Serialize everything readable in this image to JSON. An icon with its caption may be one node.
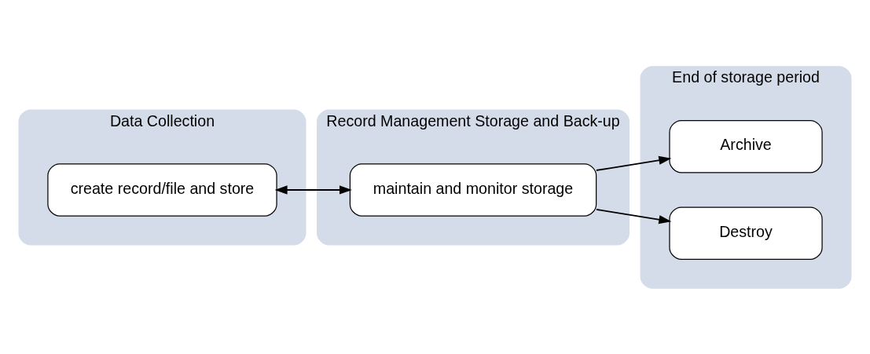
{
  "diagram": {
    "nodes": [
      {
        "text": [
          "Data Collection"
        ]
      },
      {
        "text": [
          "create record/file and store"
        ],
        "in": 0
      },
      {
        "text": [
          "Record Management Storage and Back-up"
        ]
      },
      {
        "text": [
          "maintain and monitor storage"
        ],
        "in": 2
      },
      {
        "text": [
          "End of storage period"
        ]
      },
      {
        "text": [
          "Archive"
        ],
        "in": 4
      },
      {
        "text": [
          "Destroy"
        ],
        "in": 4
      }
    ],
    "edges": [
      {
        "from": 1,
        "to": 3,
        "arrow": "both"
      },
      {
        "from": 3,
        "to": 5,
        "arrow": "to"
      },
      {
        "from": 3,
        "to": 6,
        "arrow": "to"
      }
    ]
  }
}
